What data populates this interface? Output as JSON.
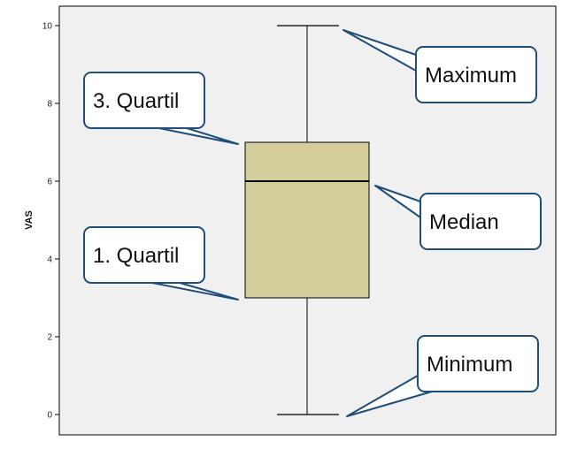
{
  "chart_data": {
    "type": "box",
    "ylabel": "VAS",
    "ylim": [
      0,
      10
    ],
    "yticks": [
      0,
      2,
      4,
      6,
      8,
      10
    ],
    "grid": false,
    "box": {
      "minimum": 0,
      "q1": 3,
      "median": 6,
      "q3": 7,
      "maximum": 10
    },
    "annotations": [
      {
        "key": "maximum",
        "label": "Maximum"
      },
      {
        "key": "q3",
        "label": "3. Quartil"
      },
      {
        "key": "median",
        "label": "Median"
      },
      {
        "key": "q1",
        "label": "1. Quartil"
      },
      {
        "key": "minimum",
        "label": "Minimum"
      }
    ]
  },
  "colors": {
    "plot_background": "#f0f0f0",
    "box_fill": "#d3ce9c",
    "callout_border": "#1f4e79",
    "line": "#000000"
  }
}
